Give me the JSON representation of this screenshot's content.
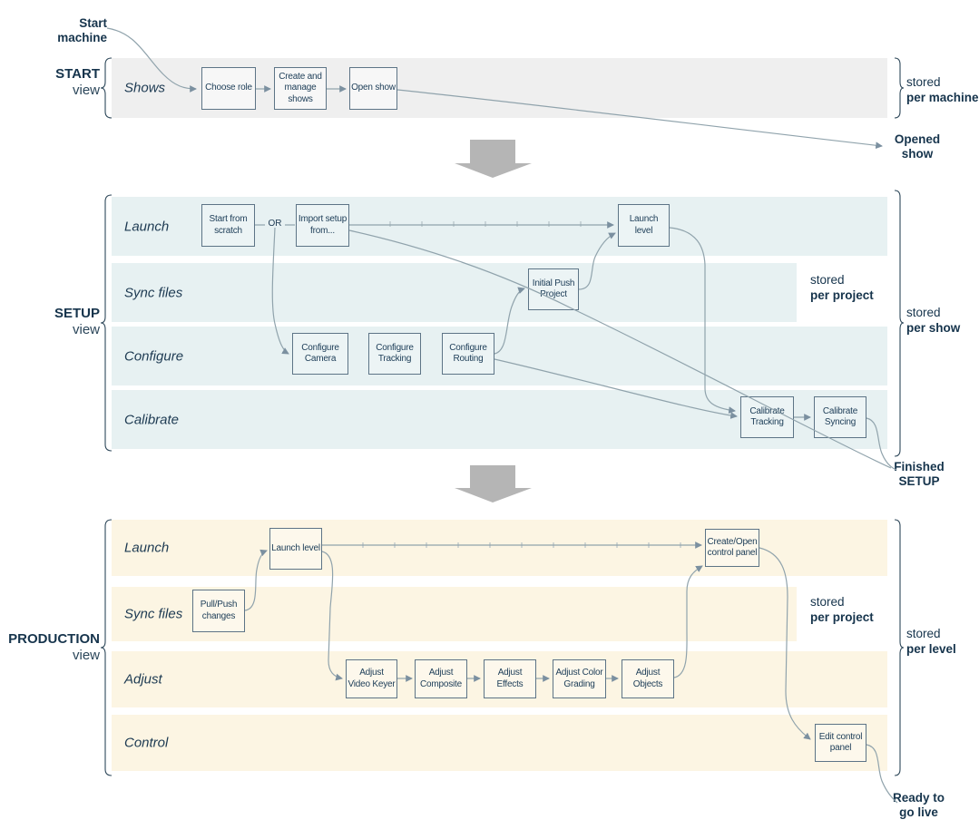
{
  "colors": {
    "band_gray": "#efefef",
    "band_blue": "#e7f1f2",
    "band_cream": "#fcf5e3",
    "box_border": "#5d7486",
    "text_navy": "#1d3a52",
    "label_navy": "#16344c",
    "connector": "#90a3ac",
    "transition_arrow": "#b5b5b5"
  },
  "annotations": {
    "start_machine": [
      "Start",
      "machine"
    ],
    "opened_show": [
      "Opened",
      "show"
    ],
    "finished_setup": [
      "Finished",
      "SETUP"
    ],
    "ready_go_live": [
      "Ready to",
      "go live"
    ]
  },
  "sections": {
    "start": {
      "title": "START",
      "subtitle": "view",
      "lane": "Shows",
      "stored": [
        "stored",
        "per machine"
      ]
    },
    "setup": {
      "title": "SETUP",
      "subtitle": "view",
      "lanes": [
        "Launch",
        "Sync files",
        "Configure",
        "Calibrate"
      ],
      "or": "OR",
      "stored_project": [
        "stored",
        "per project"
      ],
      "stored_scope": [
        "stored",
        "per show"
      ]
    },
    "production": {
      "title": "PRODUCTION",
      "subtitle": "view",
      "lanes": [
        "Launch",
        "Sync files",
        "Adjust",
        "Control"
      ],
      "stored_project": [
        "stored",
        "per project"
      ],
      "stored_scope": [
        "stored",
        "per level"
      ]
    }
  },
  "boxes": {
    "choose_role": "Choose role",
    "create_manage": "Create and manage shows",
    "open_show": "Open show",
    "start_scratch": "Start from scratch",
    "import_setup": "Import setup from...",
    "launch_level_setup": "Launch level",
    "initial_push": "Initial Push Project",
    "configure_camera": "Configure Camera",
    "configure_tracking": "Configure Tracking",
    "configure_routing": "Configure Routing",
    "calibrate_tracking": "Calibrate Tracking",
    "calibrate_syncing": "Calibrate Syncing",
    "launch_level_production": "Launch level",
    "pull_push": "Pull/Push changes",
    "create_open_panel": "Create/Open control panel",
    "adjust_video_keyer": "Adjust Video Keyer",
    "adjust_composite": "Adjust Composite",
    "adjust_effects": "Adjust Effects",
    "adjust_color_grading": "Adjust Color Grading",
    "adjust_objects": "Adjust Objects",
    "edit_control_panel": "Edit control panel"
  }
}
